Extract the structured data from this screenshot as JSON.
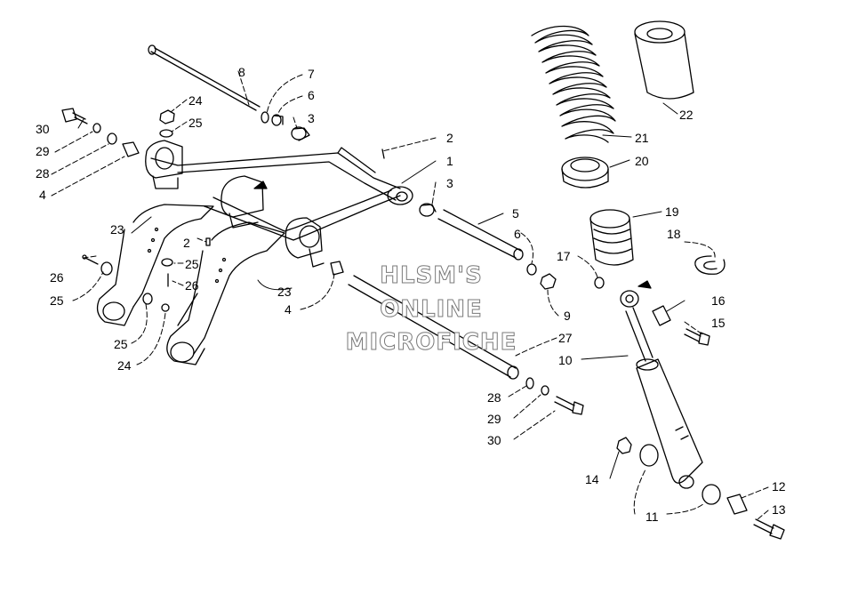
{
  "watermark": [
    "HLSM'S",
    "ONLINE",
    "MICROFICHE"
  ],
  "callouts": [
    {
      "id": "c8",
      "text": "8"
    },
    {
      "id": "c7",
      "text": "7"
    },
    {
      "id": "c6a",
      "text": "6"
    },
    {
      "id": "c3a",
      "text": "3"
    },
    {
      "id": "c24a",
      "text": "24"
    },
    {
      "id": "c25a",
      "text": "25"
    },
    {
      "id": "c30a",
      "text": "30"
    },
    {
      "id": "c29a",
      "text": "29"
    },
    {
      "id": "c28a",
      "text": "28"
    },
    {
      "id": "c4a",
      "text": "4"
    },
    {
      "id": "c2a",
      "text": "2"
    },
    {
      "id": "c1",
      "text": "1"
    },
    {
      "id": "c3b",
      "text": "3"
    },
    {
      "id": "c23a",
      "text": "23"
    },
    {
      "id": "c2b",
      "text": "2"
    },
    {
      "id": "c25b",
      "text": "25"
    },
    {
      "id": "c26a",
      "text": "26"
    },
    {
      "id": "c26b",
      "text": "26"
    },
    {
      "id": "c25c",
      "text": "25"
    },
    {
      "id": "c23b",
      "text": "23"
    },
    {
      "id": "c4b",
      "text": "4"
    },
    {
      "id": "c25d",
      "text": "25"
    },
    {
      "id": "c24b",
      "text": "24"
    },
    {
      "id": "c5",
      "text": "5"
    },
    {
      "id": "c6b",
      "text": "6"
    },
    {
      "id": "c9",
      "text": "9"
    },
    {
      "id": "c27",
      "text": "27"
    },
    {
      "id": "c28b",
      "text": "28"
    },
    {
      "id": "c29b",
      "text": "29"
    },
    {
      "id": "c30b",
      "text": "30"
    },
    {
      "id": "c22",
      "text": "22"
    },
    {
      "id": "c21",
      "text": "21"
    },
    {
      "id": "c20",
      "text": "20"
    },
    {
      "id": "c19",
      "text": "19"
    },
    {
      "id": "c18",
      "text": "18"
    },
    {
      "id": "c17",
      "text": "17"
    },
    {
      "id": "c16",
      "text": "16"
    },
    {
      "id": "c15",
      "text": "15"
    },
    {
      "id": "c10",
      "text": "10"
    },
    {
      "id": "c14",
      "text": "14"
    },
    {
      "id": "c11",
      "text": "11"
    },
    {
      "id": "c12",
      "text": "12"
    },
    {
      "id": "c13",
      "text": "13"
    }
  ]
}
